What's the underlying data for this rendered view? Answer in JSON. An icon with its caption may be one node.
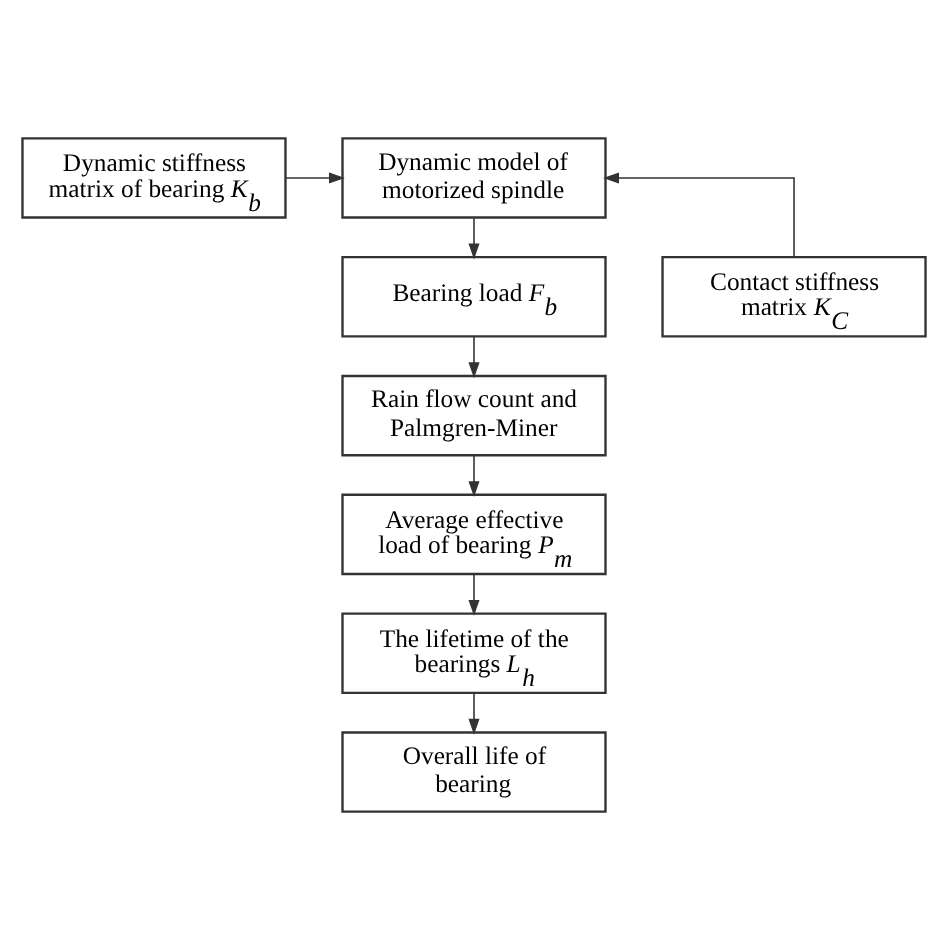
{
  "diagram": {
    "nodes": [
      {
        "text": [
          "Dynamic stiffness matrix of bearing *K*$_{b}$"
        ]
      },
      {
        "text": [
          "Dynamic model of motorized spindle"
        ]
      },
      {
        "text": [
          "Contact stiffness matrix *K*$_{C}$"
        ]
      },
      {
        "text": [
          "Bearing load *F*$_{b}$"
        ]
      },
      {
        "text": [
          "Rain flow count and Palmgren-Miner"
        ]
      },
      {
        "text": [
          "Average effective load of bearing *P*$_{m}$"
        ]
      },
      {
        "text": [
          "The lifetime of the bearings *L*$_{h}$"
        ]
      },
      {
        "text": [
          "Overall life of bearing"
        ]
      }
    ],
    "edges": [
      {
        "from": 0,
        "to": 1,
        "arrow": "to"
      },
      {
        "from": 2,
        "to": 1,
        "arrow": "to"
      },
      {
        "from": 1,
        "to": 3,
        "arrow": "to"
      },
      {
        "from": 3,
        "to": 4,
        "arrow": "to"
      },
      {
        "from": 4,
        "to": 5,
        "arrow": "to"
      },
      {
        "from": 5,
        "to": 6,
        "arrow": "to"
      },
      {
        "from": 6,
        "to": 7,
        "arrow": "to"
      }
    ]
  }
}
